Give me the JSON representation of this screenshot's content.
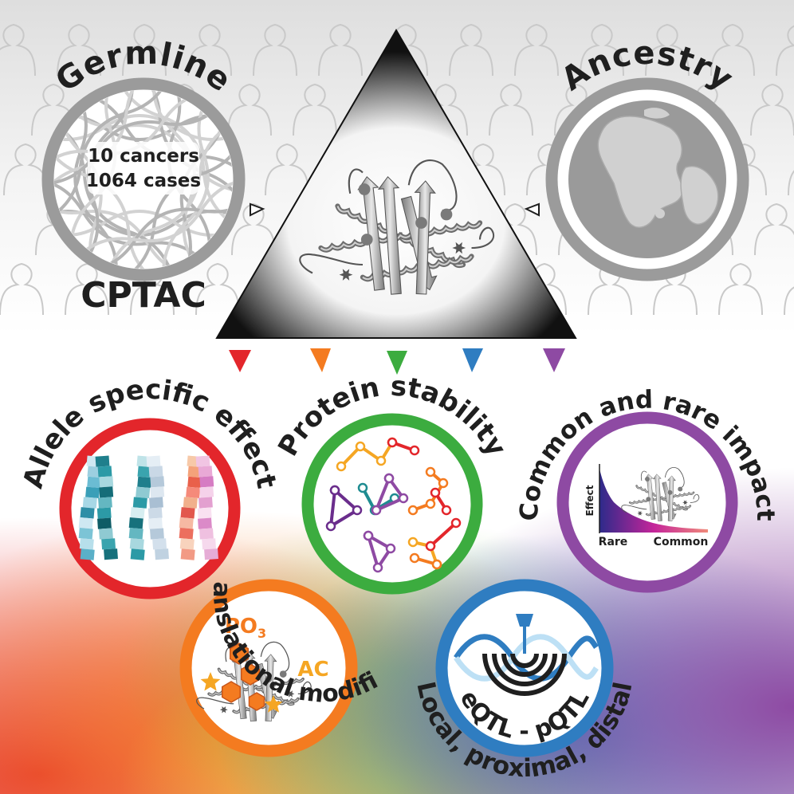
{
  "germline": {
    "title": "Germline",
    "line1": "10 cancers",
    "line2": "1064 cases",
    "source": "CPTAC"
  },
  "ancestry": {
    "title": "Ancestry"
  },
  "allele": {
    "title": "Allele specific effect"
  },
  "stability": {
    "title": "Protein  stability"
  },
  "impact": {
    "title": "Common and rare impact",
    "axis_y": "Effect",
    "axis_x_left": "Rare",
    "axis_x_right": "Common"
  },
  "ptm": {
    "title": "Post-translational modification",
    "po3_main": "PO",
    "po3_sub": "3",
    "ac": "AC"
  },
  "qtl": {
    "title": "Local, proximal, distal",
    "label": "eQTL - pQTL"
  },
  "colors": {
    "red": "#e3262b",
    "orange": "#f47b20",
    "green": "#3cac3f",
    "blue": "#2f7dc1",
    "purple": "#8e4aa3",
    "gray": "#9b9b9b",
    "dark": "#1f1f1f"
  }
}
